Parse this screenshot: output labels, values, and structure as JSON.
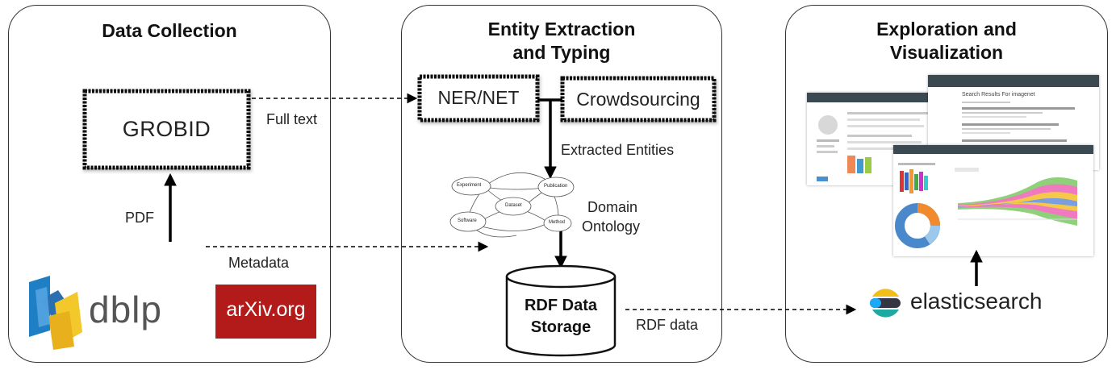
{
  "panels": {
    "collection": {
      "title": "Data Collection"
    },
    "extraction": {
      "title_line1": "Entity Extraction",
      "title_line2": "and Typing"
    },
    "exploration": {
      "title_line1": "Exploration and",
      "title_line2": "Visualization"
    }
  },
  "boxes": {
    "grobid": "GROBID",
    "ner": "NER/NET",
    "crowdsourcing": "Crowdsourcing",
    "storage_line1": "RDF Data",
    "storage_line2": "Storage"
  },
  "edges": {
    "full_text": "Full text",
    "pdf": "PDF",
    "metadata": "Metadata",
    "extracted_entities": "Extracted Entities",
    "domain_ontology_line1": "Domain",
    "domain_ontology_line2": "Ontology",
    "rdf_data": "RDF data"
  },
  "logos": {
    "dblp": "dblp",
    "arxiv": "arXiv.org",
    "elasticsearch": "elasticsearch"
  },
  "ontology": {
    "nodes": [
      "Experiment",
      "Publication",
      "Dataset",
      "Software",
      "Method"
    ]
  },
  "screenshot": {
    "search_title": "Search Results For imagenet"
  },
  "colors": {
    "border": "#333333",
    "arxiv_red": "#b31b1b",
    "dblp_blue": "#1e7fc4",
    "dblp_yellow": "#f3c82a",
    "dblp_text": "#555555",
    "screen_header": "#3a4a50"
  }
}
